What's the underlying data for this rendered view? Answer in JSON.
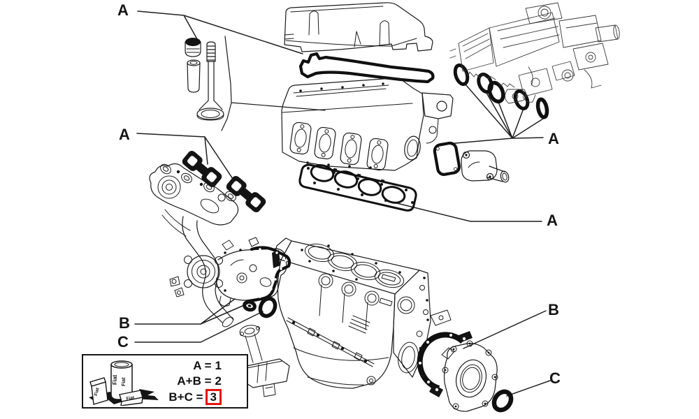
{
  "diagram": {
    "kind": "exploded-engine-gasket-set-diagram",
    "background": "#ffffff",
    "line_color": "#1a1a1a",
    "highlight_color": "#e8140f"
  },
  "labels": {
    "a_valve_parts": "A",
    "a_manifold_gaskets": "A",
    "a_intake_orings": "A",
    "a_head_gasket": "A",
    "b_front_cover": "B",
    "c_front_oring": "C",
    "b_rear_gasket": "B",
    "c_rear_oring": "C"
  },
  "legend": {
    "rows": [
      {
        "label": "A =",
        "value": "1"
      },
      {
        "label": "A+B =",
        "value": "2"
      },
      {
        "label": "B+C =",
        "value": "3"
      }
    ],
    "brand": "Fiat"
  }
}
